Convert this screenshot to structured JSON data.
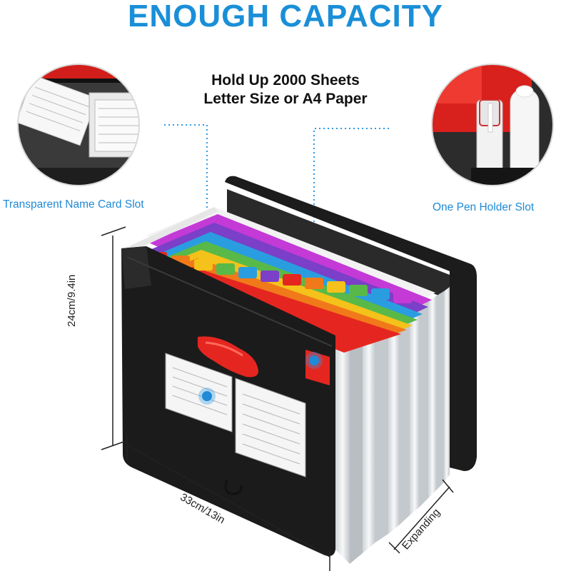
{
  "header": {
    "title": "ENOUGH CAPACITY",
    "subtitle_line1": "Hold Up 2000 Sheets",
    "subtitle_line2": "Letter Size or A4 Paper"
  },
  "callouts": {
    "left": "Transparent Name Card Slot",
    "right": "One Pen Holder Slot"
  },
  "dimensions": {
    "height": "24cm/9.4in",
    "width": "33cm/13in",
    "depth": "Expanding"
  },
  "colors": {
    "title": "#1a8fd8",
    "callout_text": "#1f8ad6",
    "callout_line": "#2d9ae6",
    "folder_body": "#1b1b1b",
    "folder_accent": "#e52620",
    "tabs": [
      "#e52620",
      "#f07a1a",
      "#f4c21a",
      "#58b948",
      "#2a9de0",
      "#7b3fc8",
      "#c43ad6"
    ]
  }
}
